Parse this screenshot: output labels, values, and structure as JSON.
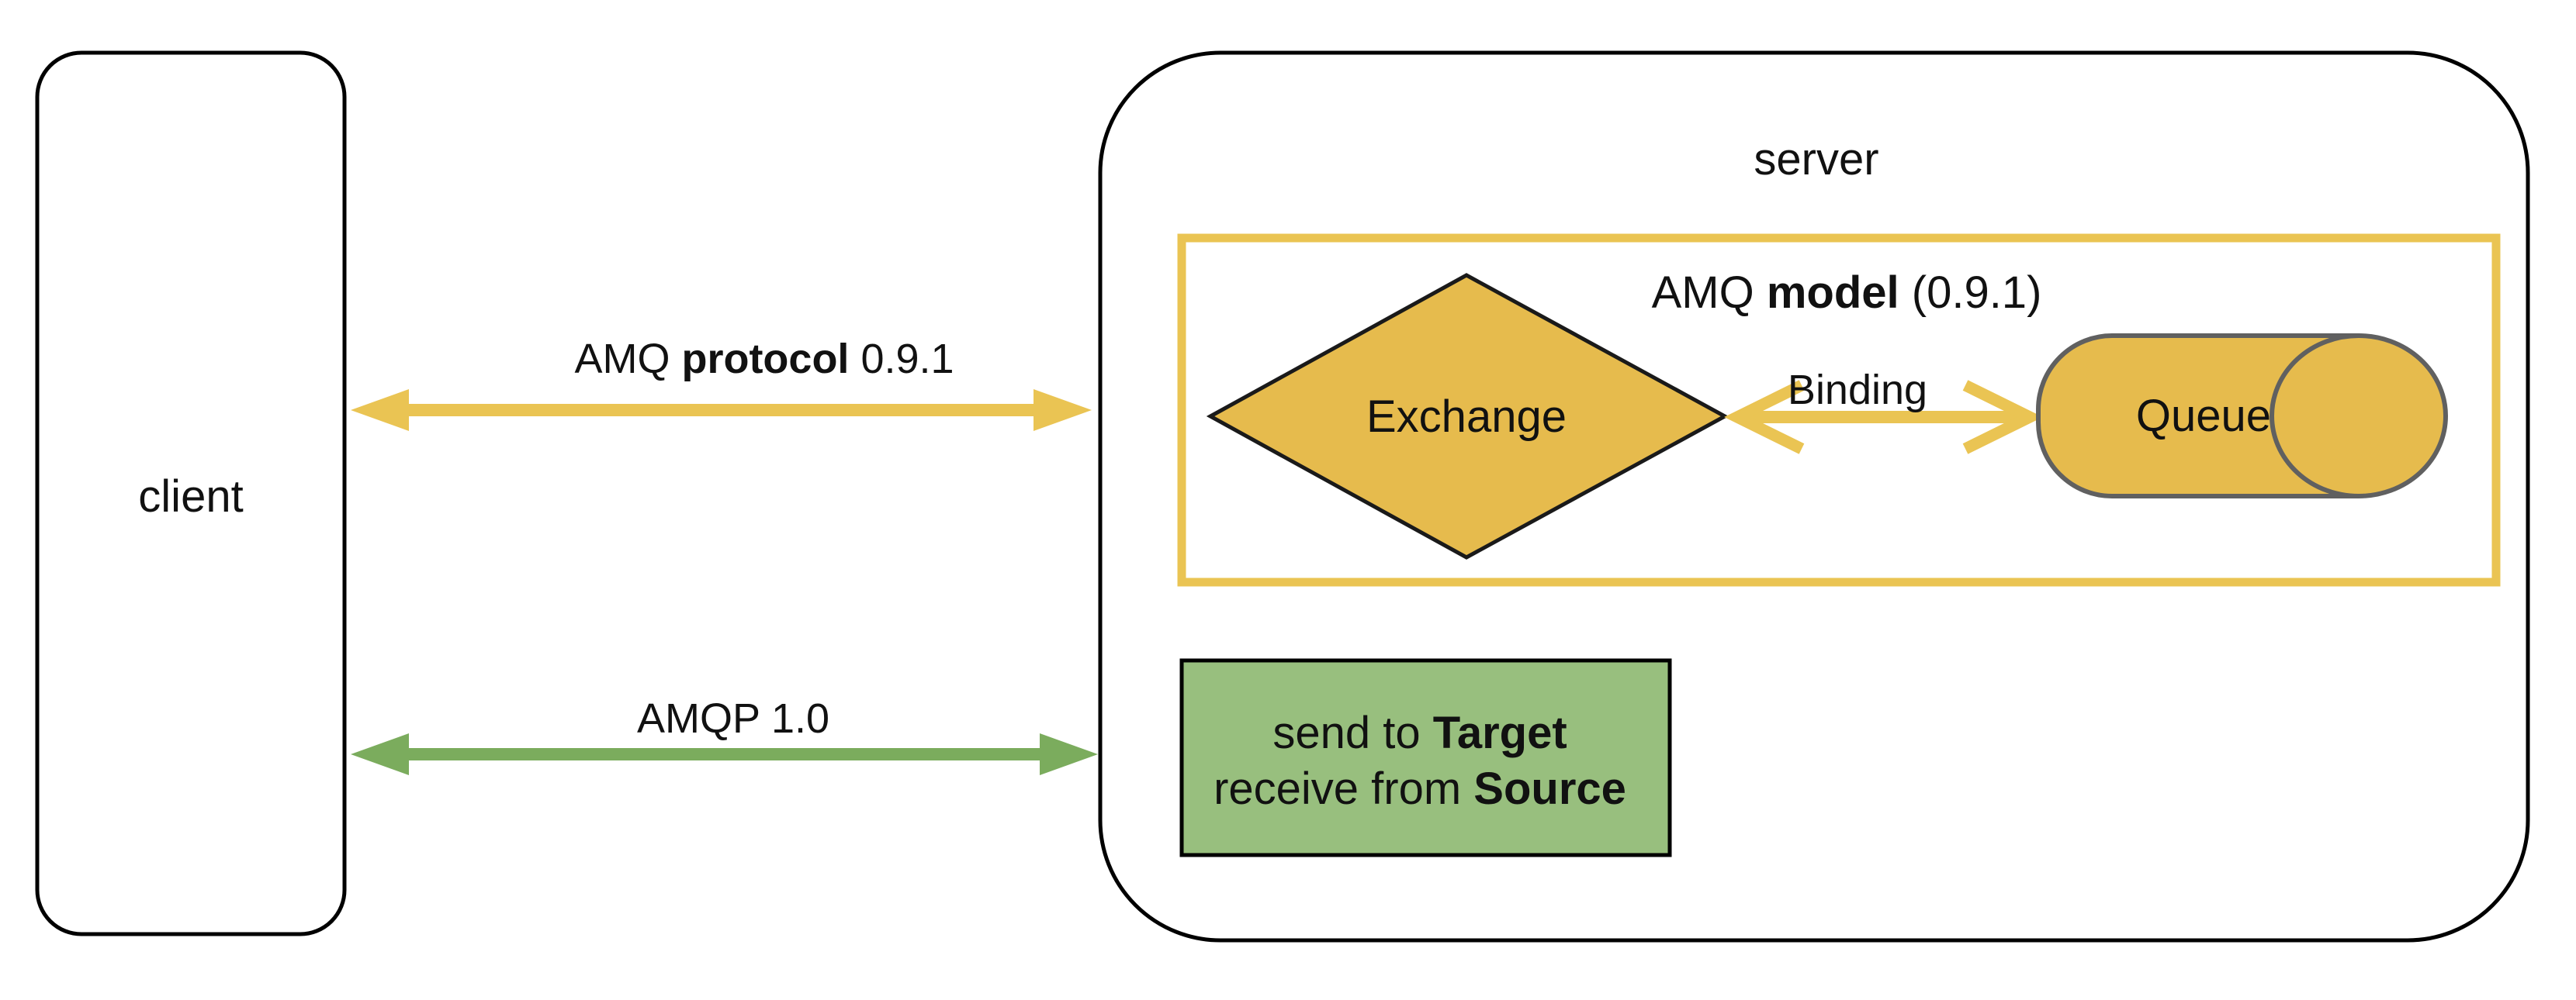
{
  "diagram": {
    "client": {
      "label": "client"
    },
    "server": {
      "label": "server"
    },
    "protocol_arrow": {
      "label_pre": "AMQ ",
      "label_bold": "protocol",
      "label_post": " 0.9.1"
    },
    "amqp_arrow": {
      "label": "AMQP 1.0"
    },
    "amq_model": {
      "label_pre": "AMQ ",
      "label_bold": "model",
      "label_post": " (0.9.1)"
    },
    "exchange": {
      "label": "Exchange"
    },
    "binding": {
      "label": "Binding"
    },
    "queue": {
      "label": "Queue"
    },
    "amqp_semantics_box": {
      "line1_pre": "send to ",
      "line1_bold": "Target",
      "line2_pre": "receive from ",
      "line2_bold": "Source"
    }
  },
  "colors": {
    "gold_fill": "#E6BB4D",
    "gold_accent": "#EAC453",
    "green_arrow": "#7BAC5D",
    "green_fill": "#98BF7E",
    "text_gray": "#616161",
    "outline_gray": "#606060",
    "outline_black": "#000000"
  }
}
